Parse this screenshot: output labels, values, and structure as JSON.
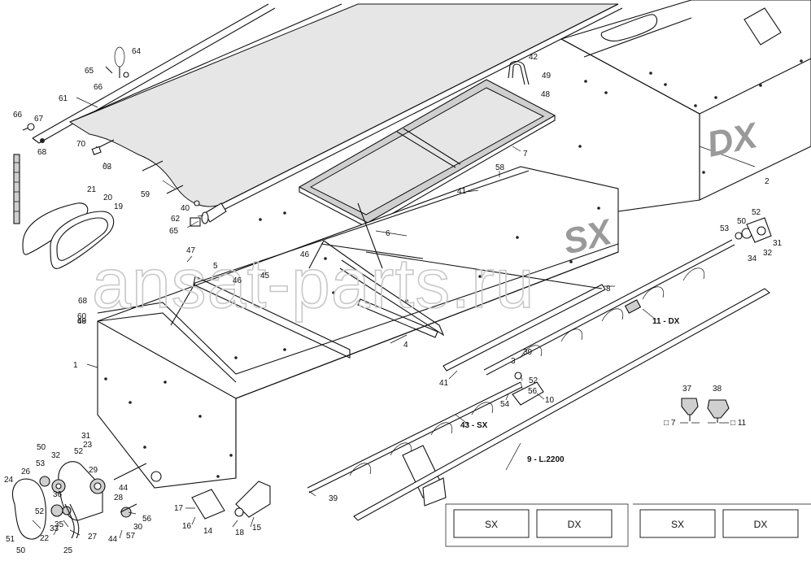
{
  "watermark": "ansat-parts.ru",
  "side_labels": {
    "dx": "DX",
    "sx": "SX"
  },
  "part_labels": [
    {
      "id": "l1",
      "text": "1"
    },
    {
      "id": "l2",
      "text": "2"
    },
    {
      "id": "l3",
      "text": "3"
    },
    {
      "id": "l4",
      "text": "4"
    },
    {
      "id": "l5",
      "text": "5"
    },
    {
      "id": "l6",
      "text": "6"
    },
    {
      "id": "l7",
      "text": "7"
    },
    {
      "id": "l8",
      "text": "8"
    },
    {
      "id": "l9",
      "text": "9 - L.2200"
    },
    {
      "id": "l10",
      "text": "10"
    },
    {
      "id": "l11",
      "text": "11 - DX"
    },
    {
      "id": "l14",
      "text": "14"
    },
    {
      "id": "l15",
      "text": "15"
    },
    {
      "id": "l16",
      "text": "16"
    },
    {
      "id": "l17",
      "text": "17"
    },
    {
      "id": "l18",
      "text": "18"
    },
    {
      "id": "l19",
      "text": "19"
    },
    {
      "id": "l20",
      "text": "20"
    },
    {
      "id": "l21",
      "text": "21"
    },
    {
      "id": "l22",
      "text": "22"
    },
    {
      "id": "l23",
      "text": "23"
    },
    {
      "id": "l24",
      "text": "24"
    },
    {
      "id": "l25",
      "text": "25"
    },
    {
      "id": "l26",
      "text": "26"
    },
    {
      "id": "l27",
      "text": "27"
    },
    {
      "id": "l28",
      "text": "28"
    },
    {
      "id": "l29",
      "text": "29"
    },
    {
      "id": "l30",
      "text": "30"
    },
    {
      "id": "l31a",
      "text": "31"
    },
    {
      "id": "l31b",
      "text": "31"
    },
    {
      "id": "l32a",
      "text": "32"
    },
    {
      "id": "l32b",
      "text": "32"
    },
    {
      "id": "l33",
      "text": "33"
    },
    {
      "id": "l34",
      "text": "34"
    },
    {
      "id": "l35",
      "text": "35"
    },
    {
      "id": "l36",
      "text": "36"
    },
    {
      "id": "l37",
      "text": "37"
    },
    {
      "id": "l38",
      "text": "38"
    },
    {
      "id": "l39a",
      "text": "39"
    },
    {
      "id": "l39b",
      "text": "39"
    },
    {
      "id": "l40",
      "text": "40"
    },
    {
      "id": "l41a",
      "text": "41"
    },
    {
      "id": "l41b",
      "text": "41"
    },
    {
      "id": "l42",
      "text": "42"
    },
    {
      "id": "l43",
      "text": "43 - SX"
    },
    {
      "id": "l44a",
      "text": "44"
    },
    {
      "id": "l44b",
      "text": "44"
    },
    {
      "id": "l45",
      "text": "45"
    },
    {
      "id": "l46a",
      "text": "46"
    },
    {
      "id": "l46b",
      "text": "46"
    },
    {
      "id": "l47",
      "text": "47"
    },
    {
      "id": "l48a",
      "text": "48"
    },
    {
      "id": "l48b",
      "text": "48"
    },
    {
      "id": "l49",
      "text": "49"
    },
    {
      "id": "l50a",
      "text": "50"
    },
    {
      "id": "l50b",
      "text": "50"
    },
    {
      "id": "l50c",
      "text": "50"
    },
    {
      "id": "l51",
      "text": "51"
    },
    {
      "id": "l52a",
      "text": "52"
    },
    {
      "id": "l52b",
      "text": "52"
    },
    {
      "id": "l52c",
      "text": "52"
    },
    {
      "id": "l52d",
      "text": "52"
    },
    {
      "id": "l53a",
      "text": "53"
    },
    {
      "id": "l53b",
      "text": "53"
    },
    {
      "id": "l54",
      "text": "54"
    },
    {
      "id": "l56a",
      "text": "56"
    },
    {
      "id": "l56b",
      "text": "56"
    },
    {
      "id": "l57",
      "text": "57"
    },
    {
      "id": "l58",
      "text": "58"
    },
    {
      "id": "l59",
      "text": "59"
    },
    {
      "id": "l60",
      "text": "60"
    },
    {
      "id": "l61",
      "text": "61"
    },
    {
      "id": "l62",
      "text": "62"
    },
    {
      "id": "l63",
      "text": "63"
    },
    {
      "id": "l64",
      "text": "64"
    },
    {
      "id": "l65a",
      "text": "65"
    },
    {
      "id": "l65b",
      "text": "65"
    },
    {
      "id": "l66a",
      "text": "66"
    },
    {
      "id": "l66b",
      "text": "66"
    },
    {
      "id": "l67",
      "text": "67"
    },
    {
      "id": "l68a",
      "text": "68"
    },
    {
      "id": "l68b",
      "text": "68"
    },
    {
      "id": "l69",
      "text": "69"
    },
    {
      "id": "l70",
      "text": "70"
    }
  ],
  "dimension_labels": {
    "d7": "□ 7",
    "d11": "□ 11"
  },
  "legend_boxes": [
    "SX",
    "DX",
    "SX",
    "DX"
  ]
}
